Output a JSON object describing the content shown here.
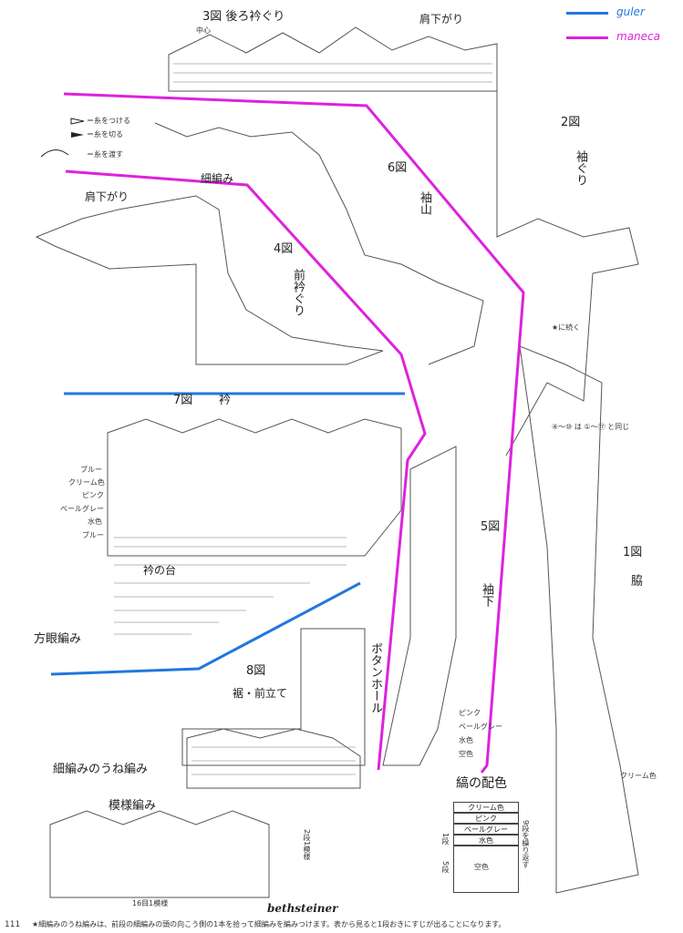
{
  "legend": {
    "guler": {
      "label": "guler",
      "color": "#2277dd"
    },
    "maneca": {
      "label": "maneca",
      "color": "#dd22dd"
    }
  },
  "symbols": [
    {
      "label": "＝糸をつける"
    },
    {
      "label": "＝糸を切る"
    },
    {
      "label": "＝糸を渡す"
    }
  ],
  "diagrams": {
    "fig3": {
      "title": "3図 後ろ衿ぐり",
      "center": "中心",
      "shoulder": "肩下がり"
    },
    "fig2": {
      "title": "2図",
      "part": "袖ぐり"
    },
    "fig6": {
      "title": "6図",
      "part": "袖山"
    },
    "fig4": {
      "title": "4図",
      "part": "前衿ぐり",
      "shoulder": "肩下がり",
      "stitch": "細編み"
    },
    "fig7": {
      "title": "7図",
      "part": "衿",
      "base": "衿の台"
    },
    "fig8": {
      "title": "8図",
      "part": "裾・前立て",
      "buttonhole": "ボタンホール"
    },
    "fig5": {
      "title": "5図",
      "part": "袖下"
    },
    "fig1": {
      "title": "1図",
      "part": "脇",
      "note_start": "★に続く",
      "note_same": "④～⑩ は ①～⑰ と同じ"
    }
  },
  "collar_colors": [
    "ブルー",
    "クリーム色",
    "ピンク",
    "ベールグレー",
    "水色",
    "ブルー"
  ],
  "stitch_labels": {
    "mesh": "方眼編み",
    "ridge": "細編みのうね編み",
    "pattern": "模様編み",
    "repeat": "16目1模様",
    "pattern_rows": "2段1模様"
  },
  "sleeve_colors": [
    "ピンク",
    "ベールグレー",
    "水色",
    "空色"
  ],
  "fig1_color": "クリーム色",
  "stripe": {
    "title": "縞の配色",
    "rows": [
      "クリーム色",
      "ピンク",
      "ベールグレー",
      "水色"
    ],
    "base": "空色",
    "side_note": "9段を繰り返す",
    "left_top": "1段",
    "left_bottom": "5段"
  },
  "signature": "bethsteiner",
  "footer": {
    "page": "111",
    "note": "★細編みのうね編みは、前段の細編みの頭の向こう側の1本を拾って細編みを編みつけます。表から見ると1段おきにすじが出ることになります。"
  }
}
